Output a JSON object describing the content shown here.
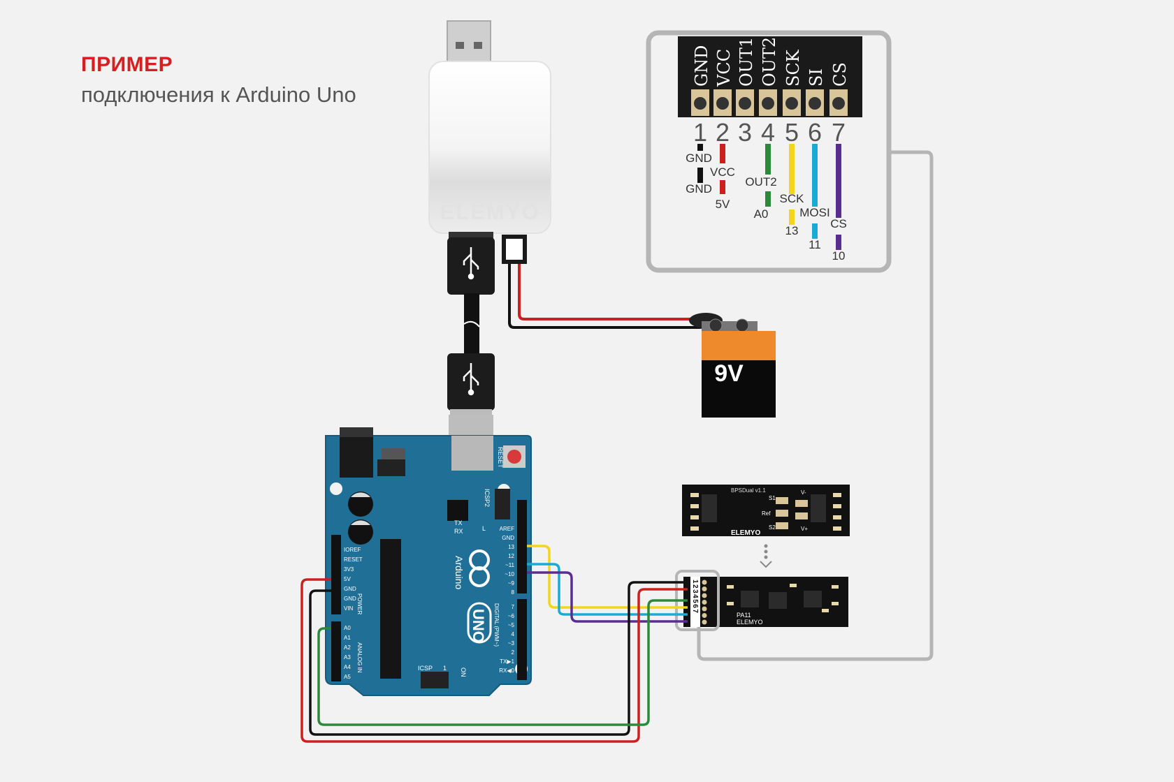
{
  "header": {
    "title": "ПРИМЕР",
    "subtitle": "подключения к Arduino Uno"
  },
  "usb_dongle": {
    "brand": "ELEMYO"
  },
  "battery": {
    "label": "9V"
  },
  "arduino": {
    "name": "Arduino",
    "model": "UNO",
    "reset_label": "RESET",
    "icsp_label": "ICSP",
    "icsp2_label": "ICSP2",
    "icsp_pin_one": "1",
    "on_label": "ON",
    "l_label": "L",
    "tx_label": "TX",
    "rx_label": "RX",
    "power_header": [
      "IOREF",
      "RESET",
      "3V3",
      "5V",
      "GND",
      "GND",
      "VIN"
    ],
    "power_label": "POWER",
    "analog_header": [
      "A0",
      "A1",
      "A2",
      "A3",
      "A4",
      "A5"
    ],
    "analog_label": "ANALOG IN",
    "digital_header_top": [
      "AREF",
      "GND",
      "13",
      "12",
      "~11",
      "~10",
      "~9",
      "8"
    ],
    "digital_header_bottom": [
      "7",
      "~6",
      "~5",
      "4",
      "~3",
      "2",
      "TX▶1",
      "RX◀0"
    ],
    "digital_label": "DIGITAL (PWM~)"
  },
  "modules": {
    "bpsdual": {
      "name": "BPSDual v1.1",
      "brand": "ELEMYO",
      "labels": [
        "S1",
        "Ref",
        "S2",
        "V-",
        "V+"
      ]
    },
    "pa11": {
      "name": "PA11",
      "brand": "ELEMYO",
      "pin_numbers": "1234567"
    }
  },
  "pinout": {
    "headers": [
      "GND",
      "VCC",
      "OUT1",
      "OUT2",
      "SCK",
      "SI",
      "CS"
    ],
    "numbers": [
      "1",
      "2",
      "3",
      "4",
      "5",
      "6",
      "7"
    ],
    "module_side": [
      "GND",
      "VCC",
      "",
      "OUT2",
      "SCK",
      "MOSI",
      "CS"
    ],
    "arduino_side": [
      "GND",
      "5V",
      "",
      "A0",
      "13",
      "11",
      "10"
    ]
  },
  "colors": {
    "title": "#d42020",
    "arduino_board": "#1f6f97",
    "gnd_wire": "#111111",
    "vcc_wire": "#cc2020",
    "out2_wire": "#2a8a3a",
    "sck_wire": "#f2d51c",
    "mosi_wire": "#1aaad6",
    "cs_wire": "#5a2e91",
    "box_outline": "#b5b5b5"
  }
}
